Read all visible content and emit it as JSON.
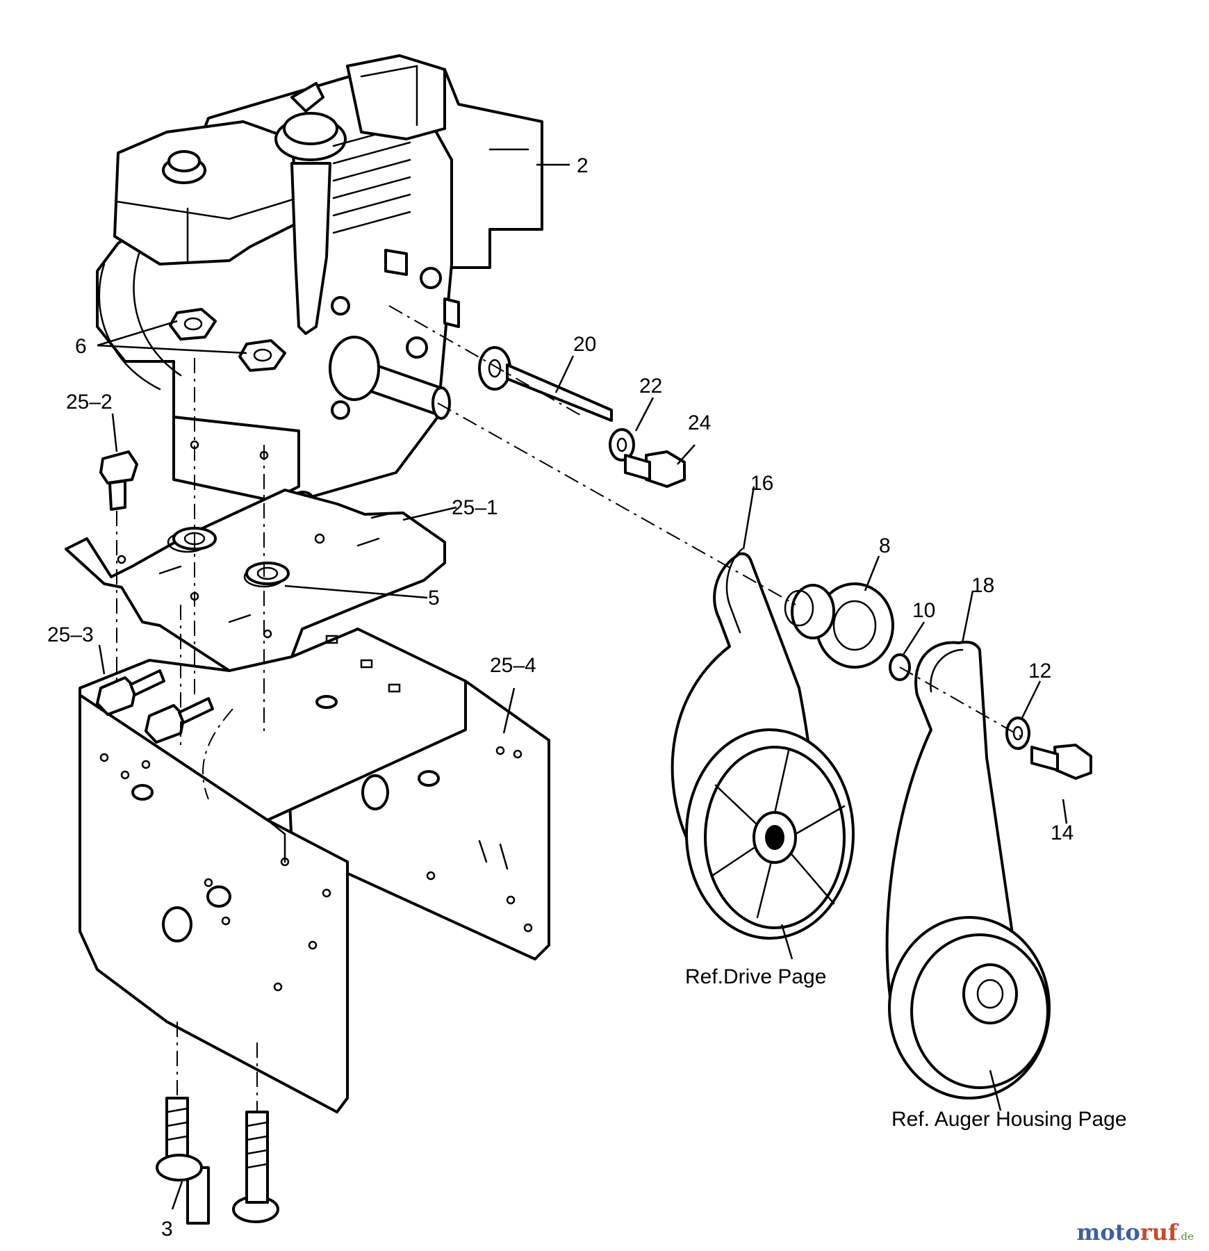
{
  "callouts": {
    "c2": "2",
    "c6": "6",
    "c20": "20",
    "c22": "22",
    "c24": "24",
    "c25_2": "25–2",
    "c25_1": "25–1",
    "c16": "16",
    "c8": "8",
    "c18": "18",
    "c5": "5",
    "c10": "10",
    "c25_3": "25–3",
    "c25_4": "25–4",
    "c12": "12",
    "c14": "14",
    "c3": "3"
  },
  "references": {
    "drive": "Ref.Drive Page",
    "auger": "Ref. Auger Housing Page"
  },
  "watermark": {
    "part1": "moto",
    "part2": "ruf",
    "part3": ".de"
  }
}
